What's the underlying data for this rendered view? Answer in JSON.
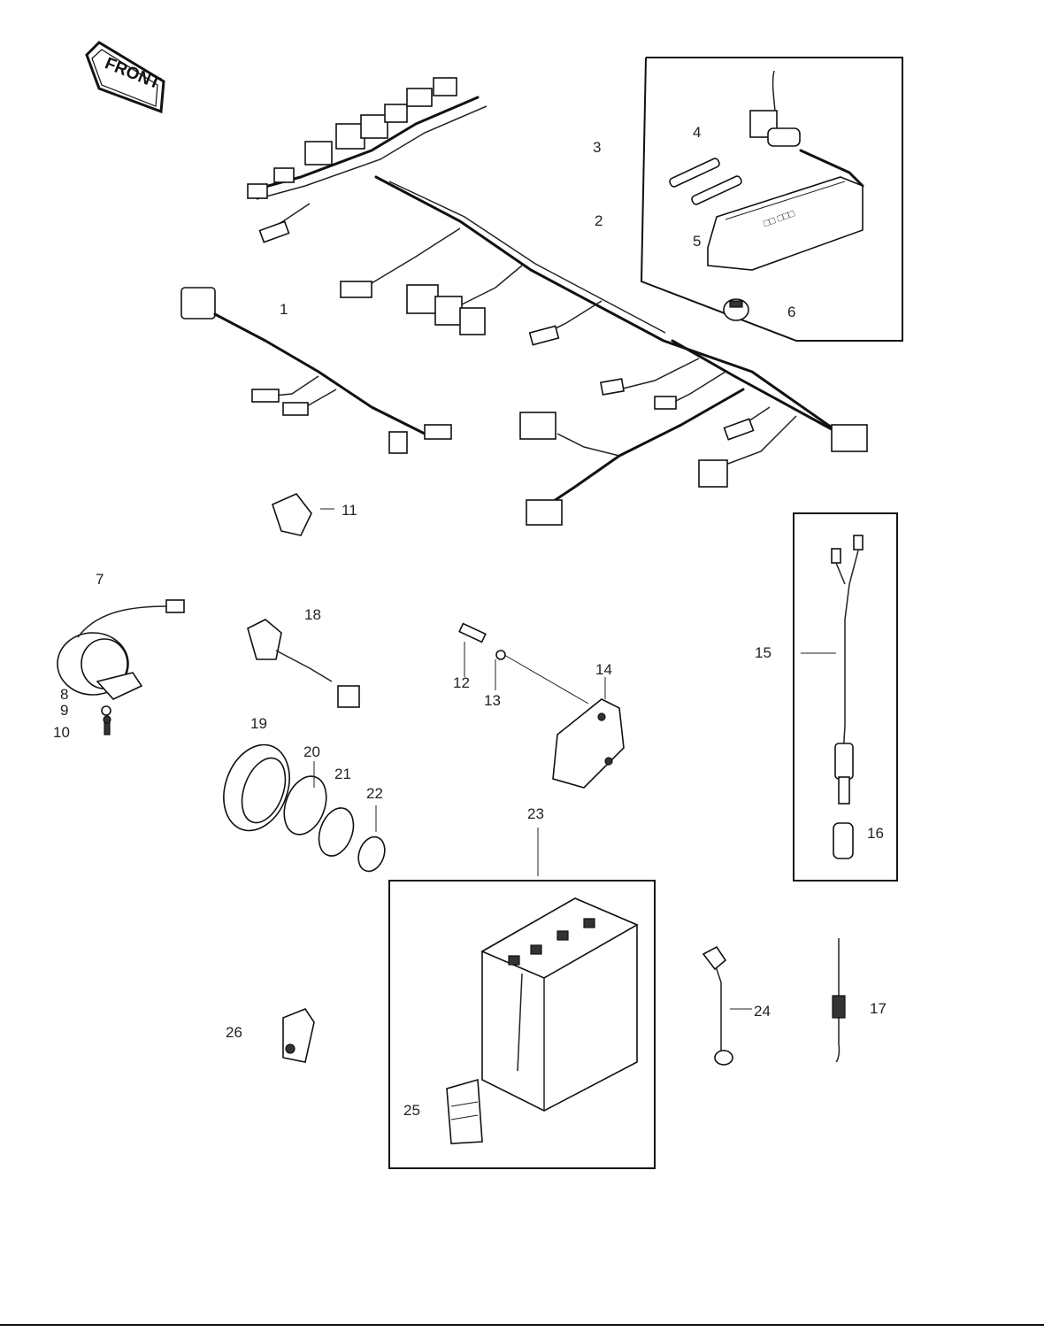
{
  "front_badge": {
    "label": "FRONT"
  },
  "callouts": {
    "c1": "1",
    "c2": "2",
    "c3": "3",
    "c4": "4",
    "c5": "5",
    "c6": "6",
    "c7": "7",
    "c8": "8",
    "c9": "9",
    "c10": "10",
    "c11": "11",
    "c12": "12",
    "c13": "13",
    "c14": "14",
    "c15": "15",
    "c16": "16",
    "c17": "17",
    "c18": "18",
    "c19": "19",
    "c20": "20",
    "c21": "21",
    "c22": "22",
    "c23": "23",
    "c24": "24",
    "c25": "25",
    "c26": "26"
  },
  "colors": {
    "ink": "#111111",
    "paper": "#ffffff"
  }
}
